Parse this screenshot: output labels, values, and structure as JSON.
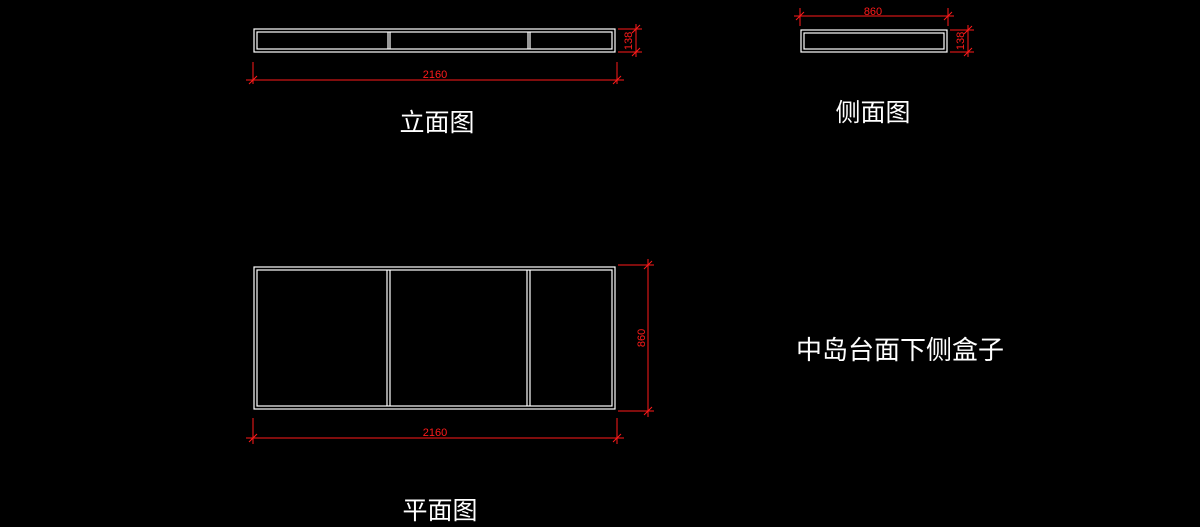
{
  "views": {
    "elevation": {
      "title": "立面图",
      "length_dim": "2160",
      "height_dim": "138"
    },
    "side": {
      "title": "侧面图",
      "depth_dim": "860",
      "height_dim": "138"
    },
    "plan": {
      "title": "平面图",
      "length_dim": "2160",
      "depth_dim": "860"
    }
  },
  "caption": "中岛台面下侧盒子",
  "colors": {
    "background": "#000000",
    "outline": "#ffffff",
    "dimension": "#ff1a1a"
  }
}
